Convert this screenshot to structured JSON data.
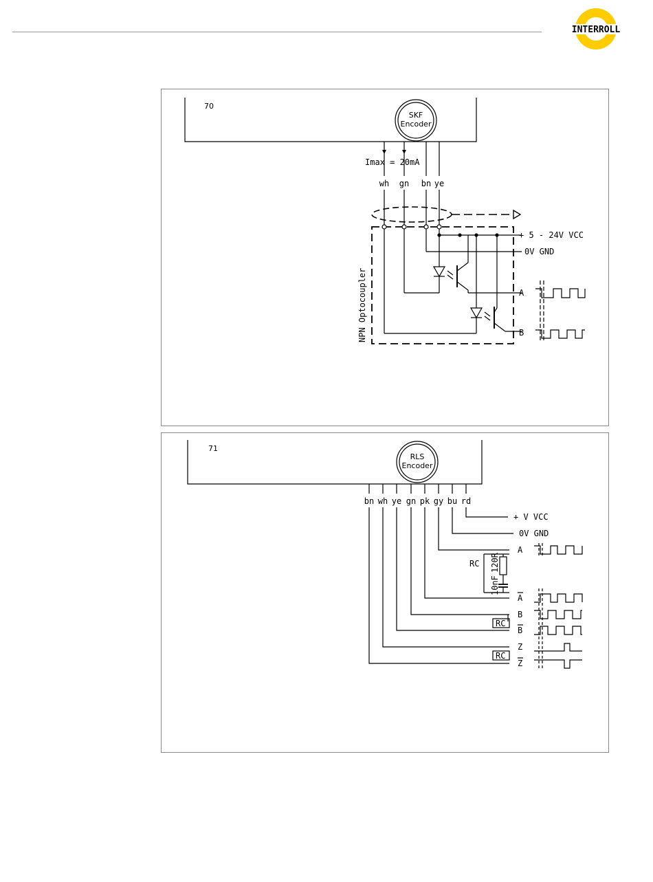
{
  "brand": {
    "name": "INTERROLL",
    "color": "#ffcc00",
    "text_color": "#231f20"
  },
  "figure_70": {
    "number": "70",
    "encoder_line1": "SKF",
    "encoder_line2": "Encoder",
    "imax": "Imax = 20mA",
    "wires": [
      "wh",
      "gn",
      "bn",
      "ye"
    ],
    "supply": "+ 5 - 24V VCC",
    "ground": "0V GND",
    "box_label": "NPN Optocoupler",
    "channel_a": "A",
    "channel_b": "B"
  },
  "figure_71": {
    "number": "71",
    "encoder_line1": "RLS",
    "encoder_line2": "Encoder",
    "wires": [
      "bn",
      "wh",
      "ye",
      "gn",
      "pk",
      "gy",
      "bu",
      "rd"
    ],
    "supply": "+   V VCC",
    "ground": "0V GND",
    "rc_label": "RC",
    "resistor": "120R",
    "capacitor": "10nF",
    "channels": [
      "A",
      "A",
      "B",
      "B",
      "Z",
      "Z"
    ],
    "rc_box_label": "RC"
  }
}
